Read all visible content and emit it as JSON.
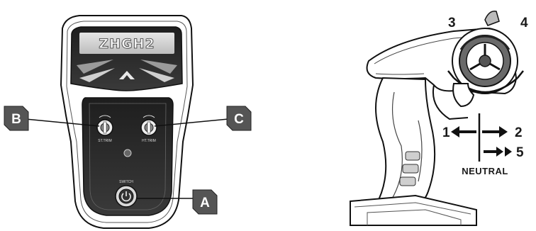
{
  "left_panel": {
    "logo_text": "ZHGH2",
    "trim_left_label": "ST.TRIM",
    "trim_right_label": "HT.TRIM",
    "power_label": "SWITCH",
    "callouts": {
      "a": "A",
      "b": "B",
      "c": "C"
    }
  },
  "right_panel": {
    "numbers": {
      "n1": "1",
      "n2": "2",
      "n3": "3",
      "n4": "4",
      "n5": "5"
    },
    "neutral_label": "NEUTRAL"
  }
}
